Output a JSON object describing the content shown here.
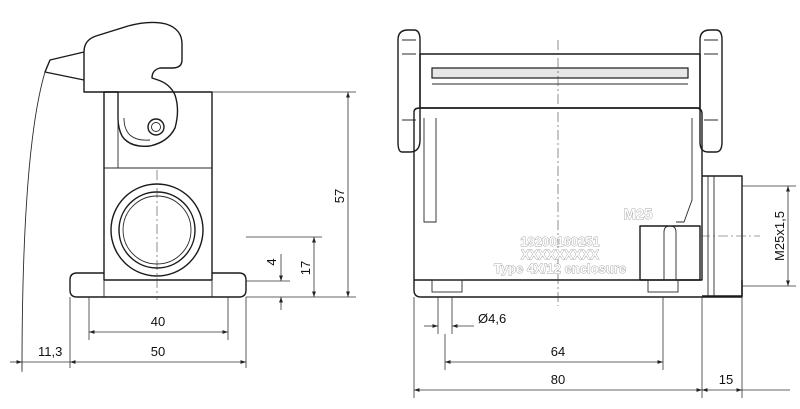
{
  "dimensions": {
    "height_total": "57",
    "height_17": "17",
    "height_4": "4",
    "width_40": "40",
    "width_50": "50",
    "offset_11_3": "11,3",
    "hole_dia": "Ø4,6",
    "width_64": "64",
    "width_80": "80",
    "width_15": "15",
    "thread": "M25x1,5"
  },
  "markings": {
    "size": "M25",
    "part_number": "19200160251",
    "placeholder": "XXXXXXXXX",
    "rating": "Type 4X/12 enclosure"
  }
}
